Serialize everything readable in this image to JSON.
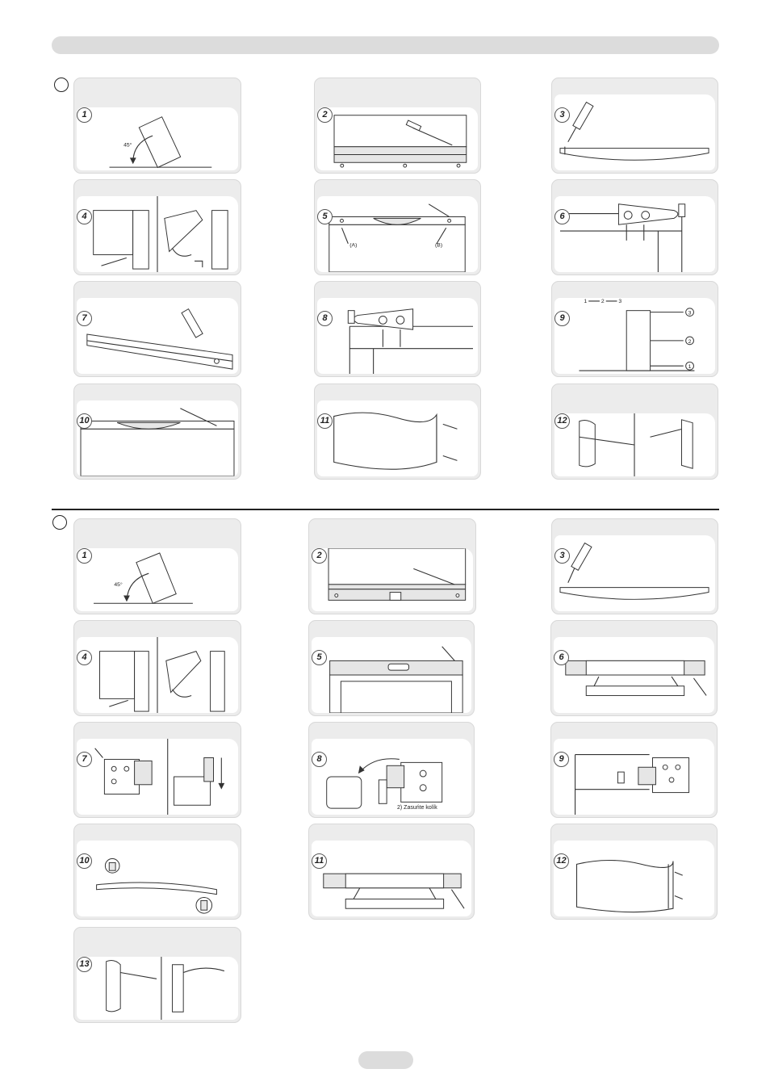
{
  "header": {
    "bar": ""
  },
  "section_a": {
    "steps": [
      {
        "num": "1",
        "angle": "45°"
      },
      {
        "num": "2"
      },
      {
        "num": "3"
      },
      {
        "num": "4"
      },
      {
        "num": "5",
        "label_a": "(A)",
        "label_b": "(B)"
      },
      {
        "num": "6"
      },
      {
        "num": "7"
      },
      {
        "num": "8"
      },
      {
        "num": "9",
        "sequence": [
          "1",
          "2",
          "3"
        ],
        "markers": [
          "3",
          "2",
          "1"
        ]
      },
      {
        "num": "10"
      },
      {
        "num": "11"
      },
      {
        "num": "12"
      }
    ]
  },
  "section_b": {
    "steps": [
      {
        "num": "1",
        "angle": "45°"
      },
      {
        "num": "2"
      },
      {
        "num": "3"
      },
      {
        "num": "4"
      },
      {
        "num": "5"
      },
      {
        "num": "6"
      },
      {
        "num": "7"
      },
      {
        "num": "8",
        "caption": "2) Zasuńte kolík"
      },
      {
        "num": "9"
      },
      {
        "num": "10"
      },
      {
        "num": "11"
      },
      {
        "num": "12"
      },
      {
        "num": "13"
      }
    ]
  }
}
